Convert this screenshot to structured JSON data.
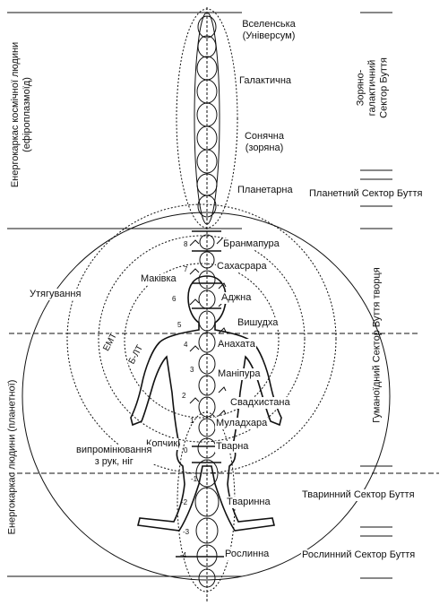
{
  "cosmic_levels": {
    "universal": "Вселенська\n(Універсум)",
    "galactic": "Галактична",
    "solar": "Сонячна\n(зоряна)",
    "planetary": "Планетарна"
  },
  "chakras": {
    "brahmapura": "Бранмапура",
    "sahasrara": "Сахасрара",
    "ajna": "Аджна",
    "vishudha": "Вишудха",
    "anahata": "Анахата",
    "manipura": "Маніпура",
    "svadhistana": "Свадхистана",
    "muladhara": "Муладхара",
    "tvarna": "Тварна",
    "tvarynna": "Тваринна",
    "roslynna": "Рослинна"
  },
  "body_labels": {
    "makivka": "Маківка",
    "koptchyk": "Копчик",
    "utyahuvannia": "Утягування",
    "vyprominiuvannia": "випромінювання\nз рук, ніг",
    "emt": "ЕМТ",
    "b_lt": "Б-ЛТ"
  },
  "numbers": [
    "8",
    "7",
    "6",
    "5",
    "4",
    "3",
    "2",
    "1",
    "0",
    "-1",
    "-2",
    "-3",
    "-4"
  ],
  "left_side": {
    "cosmic_frame": "Енергокаркас космічної людини\n(ефіроплазмоїд)",
    "human_frame": "Енергокаркас людини (планетної)"
  },
  "sectors": {
    "stellar_galactic": "Зоряно-галактичний\nСектор Буття",
    "planetary": "Планетний Сектор Буття",
    "humanoid": "Гуманоїдний Сектор Буття творця",
    "animal": "Тваринний Сектор Буття",
    "plant": "Рослинний Сектор Буття"
  },
  "colors": {
    "ink": "#111111",
    "background": "#ffffff"
  }
}
